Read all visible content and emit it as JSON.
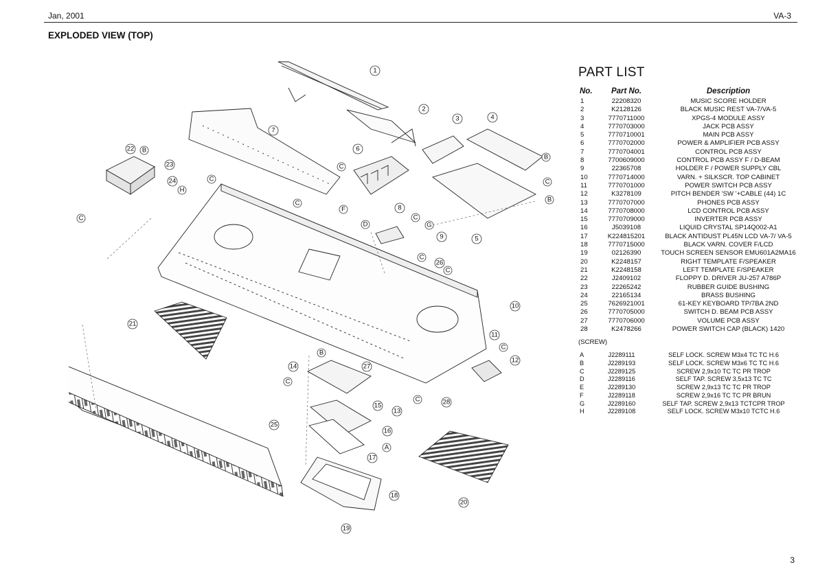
{
  "header": {
    "date": "Jan, 2001",
    "model": "VA-3"
  },
  "title": "EXPLODED VIEW (TOP)",
  "page_number": "3",
  "callouts": {
    "n1": "1",
    "n2": "2",
    "n3": "3",
    "n4": "4",
    "n5": "5",
    "n6": "6",
    "n7": "7",
    "n8": "8",
    "n9": "9",
    "n10": "10",
    "n11": "11",
    "n12": "12",
    "n13": "13",
    "n14": "14",
    "n15": "15",
    "n16": "16",
    "n17": "17",
    "n18": "18",
    "n19": "19",
    "n20": "20",
    "n21": "21",
    "n22": "22",
    "n23": "23",
    "n24": "24",
    "n25": "25",
    "n26": "26",
    "n27": "27",
    "n28": "28",
    "A": "A",
    "B": "B",
    "C": "C",
    "D": "D",
    "F": "F",
    "G": "G",
    "H": "H"
  },
  "part_list": {
    "title": "PART LIST",
    "headers": {
      "no": "No.",
      "part_no": "Part No.",
      "description": "Description"
    },
    "rows": [
      {
        "no": "1",
        "part_no": "22208320",
        "description": "MUSIC SCORE HOLDER"
      },
      {
        "no": "2",
        "part_no": "K2128126",
        "description": "BLACK MUSIC REST VA-7/VA-5"
      },
      {
        "no": "3",
        "part_no": "7770711000",
        "description": "XPGS-4 MODULE ASSY"
      },
      {
        "no": "4",
        "part_no": "7770703000",
        "description": "JACK PCB ASSY"
      },
      {
        "no": "5",
        "part_no": "7770710001",
        "description": "MAIN PCB ASSY"
      },
      {
        "no": "6",
        "part_no": "7770702000",
        "description": "POWER & AMPLIFIER PCB ASSY"
      },
      {
        "no": "7",
        "part_no": "7770704001",
        "description": "CONTROL PCB ASSY"
      },
      {
        "no": "8",
        "part_no": "7700609000",
        "description": "CONTROL PCB ASSY F / D-BEAM"
      },
      {
        "no": "9",
        "part_no": "22365708",
        "description": "HOLDER F / POWER SUPPLY CBL"
      },
      {
        "no": "10",
        "part_no": "7770714000",
        "description": "VARN. + SILKSCR. TOP CABINET"
      },
      {
        "no": "11",
        "part_no": "7770701000",
        "description": "POWER SWITCH PCB ASSY"
      },
      {
        "no": "12",
        "part_no": "K3278109",
        "description": "PITCH BENDER 'SW '+CABLE (44) 1C"
      },
      {
        "no": "13",
        "part_no": "7770707000",
        "description": "PHONES PCB ASSY"
      },
      {
        "no": "14",
        "part_no": "7770708000",
        "description": "LCD CONTROL PCB ASSY"
      },
      {
        "no": "15",
        "part_no": "7770709000",
        "description": "INVERTER PCB ASSY"
      },
      {
        "no": "16",
        "part_no": "J5039108",
        "description": "LIQUID CRYSTAL SP14Q002-A1"
      },
      {
        "no": "17",
        "part_no": "K224815201",
        "description": "BLACK ANTIDUST PL45N LCD VA-7/ VA-5"
      },
      {
        "no": "18",
        "part_no": "7770715000",
        "description": "BLACK VARN. COVER F/LCD"
      },
      {
        "no": "19",
        "part_no": "02126390",
        "description": "TOUCH SCREEN SENSOR EMU601A2MA16"
      },
      {
        "no": "20",
        "part_no": "K2248157",
        "description": "RIGHT TEMPLATE F/SPEAKER"
      },
      {
        "no": "21",
        "part_no": "K2248158",
        "description": "LEFT TEMPLATE F/SPEAKER"
      },
      {
        "no": "22",
        "part_no": "J2409102",
        "description": "FLOPPY D. DRIVER JU-257 A786P"
      },
      {
        "no": "23",
        "part_no": "22265242",
        "description": "RUBBER GUIDE BUSHING"
      },
      {
        "no": "24",
        "part_no": "22165134",
        "description": "BRASS BUSHING"
      },
      {
        "no": "25",
        "part_no": "7626921001",
        "description": "61-KEY KEYBOARD TP/7BA 2ND"
      },
      {
        "no": "26",
        "part_no": "7770705000",
        "description": "SWITCH D. BEAM PCB ASSY"
      },
      {
        "no": "27",
        "part_no": "7770706000",
        "description": "VOLUME PCB ASSY"
      },
      {
        "no": "28",
        "part_no": "K2478266",
        "description": "POWER SWITCH CAP (BLACK) 1420"
      }
    ],
    "screw_header": "(SCREW)",
    "screws": [
      {
        "no": "A",
        "part_no": "J2289111",
        "description": "SELF LOCK. SCREW M3x4 TC TC H.6"
      },
      {
        "no": "B",
        "part_no": "J2289193",
        "description": "SELF LOCK. SCREW M3x6 TC TC H.6"
      },
      {
        "no": "C",
        "part_no": "J2289125",
        "description": "SCREW 2,9x10 TC TC PR TROP"
      },
      {
        "no": "D",
        "part_no": "J2289116",
        "description": "SELF TAP. SCREW 3,5x13 TC TC"
      },
      {
        "no": "E",
        "part_no": "J2289130",
        "description": "SCREW 2,9x13 TC TC PR TROP"
      },
      {
        "no": "F",
        "part_no": "J2289118",
        "description": "SCREW 2,9x16 TC TC PR BRUN"
      },
      {
        "no": "G",
        "part_no": "J2289160",
        "description": "SELF TAP. SCREW 2,9x13 TCTCPR TROP"
      },
      {
        "no": "H",
        "part_no": "J2289108",
        "description": "SELF LOCK. SCREW M3x10 TCTC H.6"
      }
    ]
  }
}
